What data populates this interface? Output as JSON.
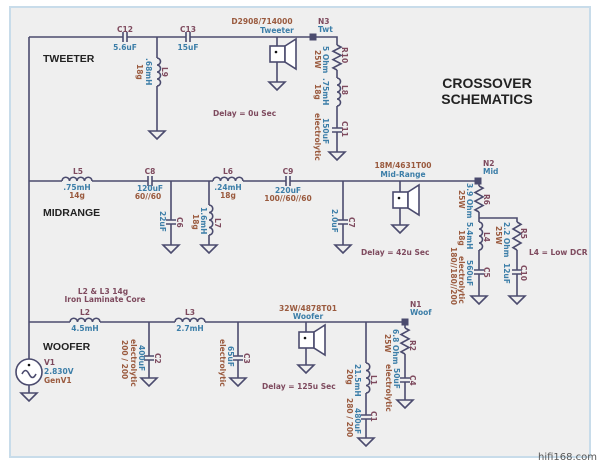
{
  "title": [
    "CROSSOVER",
    "SCHEMATICS"
  ],
  "sections": {
    "tweeter": "TWEETER",
    "midrange": "MIDRANGE",
    "woofer": "WOOFER"
  },
  "tweeter": {
    "C12": {
      "name": "C12",
      "value": "5.6uF"
    },
    "C13": {
      "name": "C13",
      "value": "15uF"
    },
    "L9": {
      "name": "L9",
      "value": ".68mH",
      "weight": "18g"
    },
    "R10": {
      "name": "R10",
      "value": "5 Ohm",
      "power": "25W"
    },
    "L8": {
      "name": "L8",
      "value": ".75mH",
      "weight": "18g"
    },
    "C11": {
      "name": "C11",
      "value": "150uF",
      "type": "electrolytic"
    },
    "speaker": {
      "model": "D2908/714000",
      "label": "Tweeter"
    },
    "node": {
      "name": "N3",
      "label": "Twt"
    },
    "delay": "Delay = 0u Sec"
  },
  "midrange": {
    "L5": {
      "name": "L5",
      "value": ".75mH",
      "weight": "14g"
    },
    "C8": {
      "name": "C8",
      "value": "120uF",
      "config": "60//60"
    },
    "C6": {
      "name": "C6",
      "value": "22uF"
    },
    "L7": {
      "name": "L7",
      "value": "1.6mH",
      "weight": "18g"
    },
    "L6": {
      "name": "L6",
      "value": ".24mH",
      "weight": "18g"
    },
    "C9": {
      "name": "C9",
      "value": "220uF",
      "config": "100//60//60"
    },
    "C7": {
      "name": "C7",
      "value": "2.0uF"
    },
    "speaker": {
      "model": "18M/4631T00",
      "label": "Mid-Range"
    },
    "node": {
      "name": "N2",
      "label": "Mid"
    },
    "R6": {
      "name": "R6",
      "value": "3.9 Ohm",
      "power": "25W"
    },
    "L4": {
      "name": "L4",
      "value": "5.4mH",
      "weight": "18g"
    },
    "C5": {
      "name": "C5",
      "value": "560uF",
      "type": "electrolytic",
      "config": "180//180//200"
    },
    "R5": {
      "name": "R5",
      "value": "2.2 Ohm",
      "power": "25W"
    },
    "C10": {
      "name": "C10",
      "value": "12uF"
    },
    "delay": "Delay = 42u Sec",
    "note": "L4 = Low DCR"
  },
  "woofer": {
    "note": [
      "L2 & L3  14g",
      "Iron Laminate Core"
    ],
    "L2": {
      "name": "L2",
      "value": "4.5mH"
    },
    "C2": {
      "name": "C2",
      "value": "400uF",
      "type": "electrolytic",
      "config": "200 / 200"
    },
    "L3": {
      "name": "L3",
      "value": "2.7mH"
    },
    "C3": {
      "name": "C3",
      "value": "65uF",
      "type": "electrolytic"
    },
    "speaker": {
      "model": "32W/4878T01",
      "label": "Woofer"
    },
    "node": {
      "name": "N1",
      "label": "Woof"
    },
    "L1": {
      "name": "L1",
      "value": "21.5mH",
      "weight": "20g"
    },
    "C1": {
      "name": "C1",
      "value": "480uF",
      "config": "280 / 200"
    },
    "R2": {
      "name": "R2",
      "value": "6.8 Ohm",
      "power": "25W"
    },
    "C4": {
      "name": "C4",
      "value": "50uF",
      "type": "electrolytic"
    },
    "delay": "Delay = 125u Sec"
  },
  "source": {
    "name": "V1",
    "value": "2.830V",
    "label": "GenV1"
  },
  "watermark": "hifi168.com",
  "colors": {
    "wire": "#4b4b6e",
    "name": "#7e4a5e",
    "value": "#3c7ea8",
    "secondary": "#9a5a3e",
    "background": "#efefef",
    "border": "#c8dcea"
  }
}
